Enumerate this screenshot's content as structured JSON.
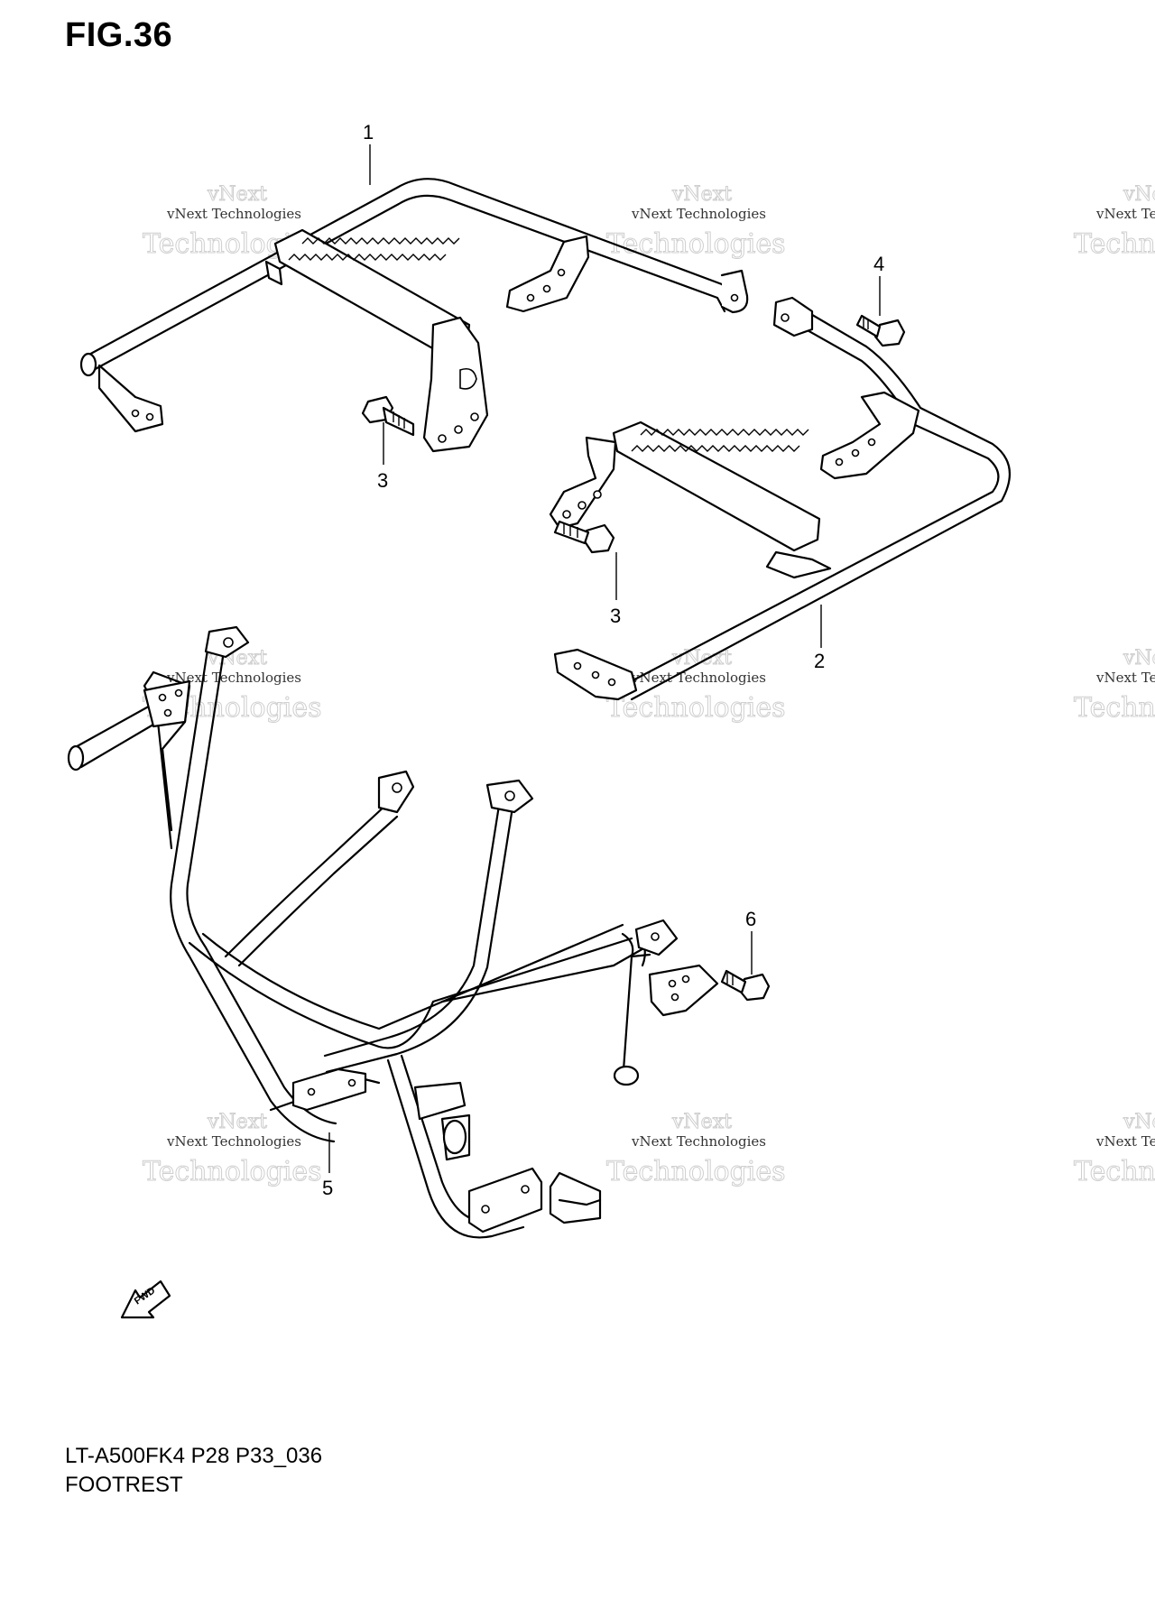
{
  "figure": {
    "title": "FIG.36"
  },
  "footer": {
    "model_code": "LT-A500FK4 P28 P33_036",
    "section_name": "FOOTREST"
  },
  "callouts": [
    "1",
    "2",
    "3",
    "3",
    "4",
    "5",
    "6"
  ],
  "fwd_arrow": {
    "label": "FWD",
    "icon": "fwd-arrow-icon"
  },
  "watermark": {
    "name": "vNext Technologies",
    "top": "vNext",
    "bottom": "Technologies"
  }
}
